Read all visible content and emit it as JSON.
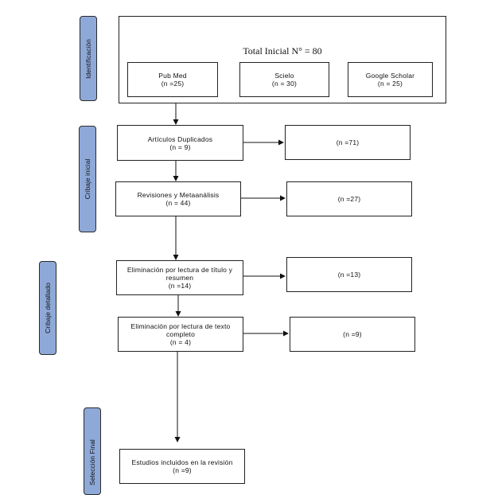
{
  "stages": {
    "identificacion": "Identificación",
    "cribaje_inicial": "Cribaje inicial",
    "cribaje_detallado": "Cribaje detallado",
    "seleccion_final": "Selección Final"
  },
  "identification": {
    "total_label": "Total Inicial N° = 80",
    "sources": [
      {
        "name": "Pub Med",
        "count": "(n =25)"
      },
      {
        "name": "Scielo",
        "count": "(n = 30)"
      },
      {
        "name": "Google Scholar",
        "count": "(n = 25)"
      }
    ]
  },
  "steps": [
    {
      "label": "Artículos Duplicados",
      "count": "(n = 9)",
      "side": "(n =71)"
    },
    {
      "label": "Revisiones y Metaanálisis",
      "count": "(n = 44)",
      "side": "(n =27)"
    },
    {
      "label": "Eliminación por lectura de título y resumen",
      "count": "(n =14)",
      "side": "(n =13)"
    },
    {
      "label": "Eliminación por lectura de texto completo",
      "count": "(n = 4)",
      "side": "(n =9)"
    }
  ],
  "final": {
    "label": "Estudios incluidos en la revisión",
    "count": "(n =9)"
  }
}
